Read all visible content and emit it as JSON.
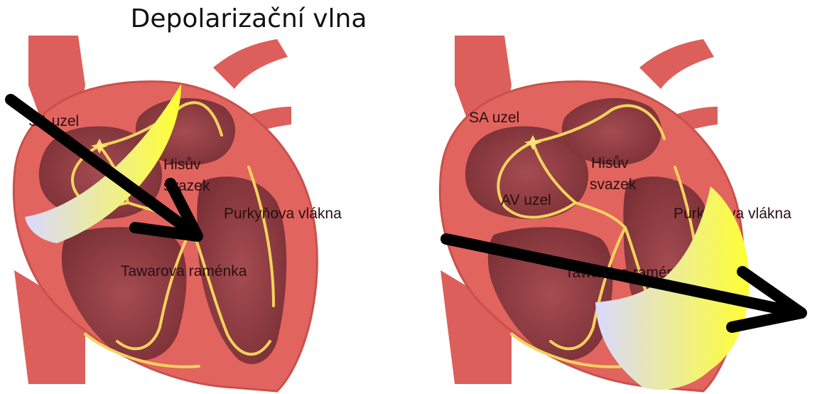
{
  "title": "Depolarizační vlna",
  "left_panel": {
    "labels": {
      "sa": "SA uzel",
      "his_line1": "Hisův",
      "his_line2": "svazek",
      "purkyne": "Purkyňova vlákna",
      "tawara": "Tawarova raménka"
    }
  },
  "right_panel": {
    "labels": {
      "sa": "SA uzel",
      "av": "AV uzel",
      "his_line1": "Hisův",
      "his_line2": "svazek",
      "purkyne": "Purkyňova vlákna",
      "tawara": "Tawarova raménka"
    }
  },
  "colors": {
    "heart_outer": "#e2645f",
    "heart_inner": "#8e3d41",
    "conduction": "#f4d35e",
    "wave_start": "#d9d9ff",
    "wave_end": "#ffff33",
    "arrow": "#000000"
  }
}
